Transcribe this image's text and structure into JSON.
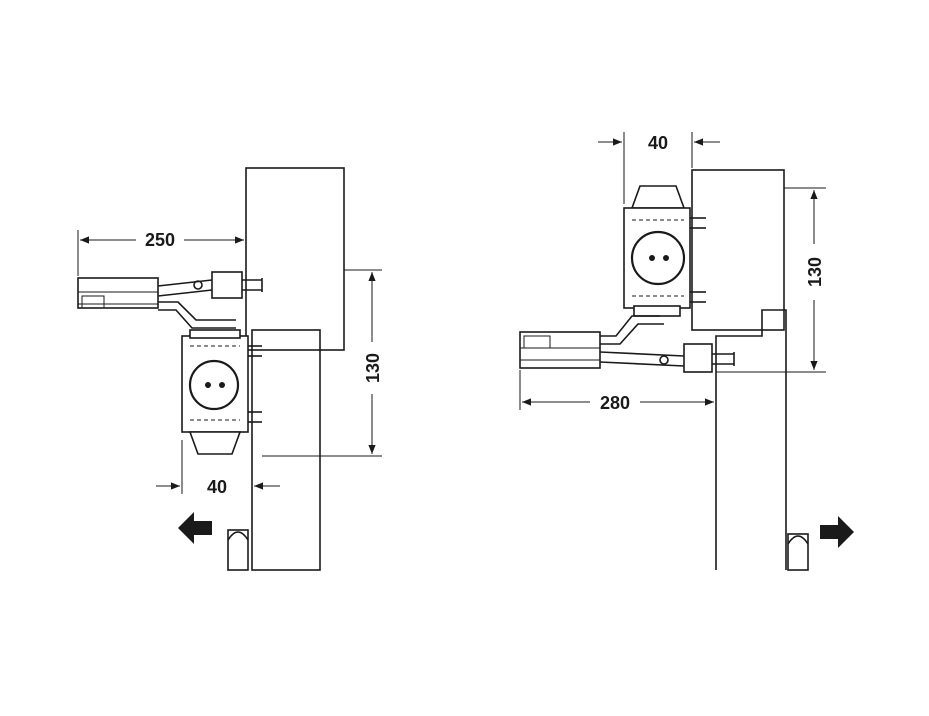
{
  "left": {
    "arm_length": "250",
    "height": "130",
    "offset": "40",
    "direction": "left"
  },
  "right": {
    "offset": "40",
    "height": "130",
    "arm_length": "280",
    "direction": "right"
  },
  "colors": {
    "line": "#1a1a1a",
    "arrow": "#1a1a1a",
    "background": "#ffffff"
  },
  "icons": {
    "left_arrow": "arrow-left-icon",
    "right_arrow": "arrow-right-icon"
  }
}
